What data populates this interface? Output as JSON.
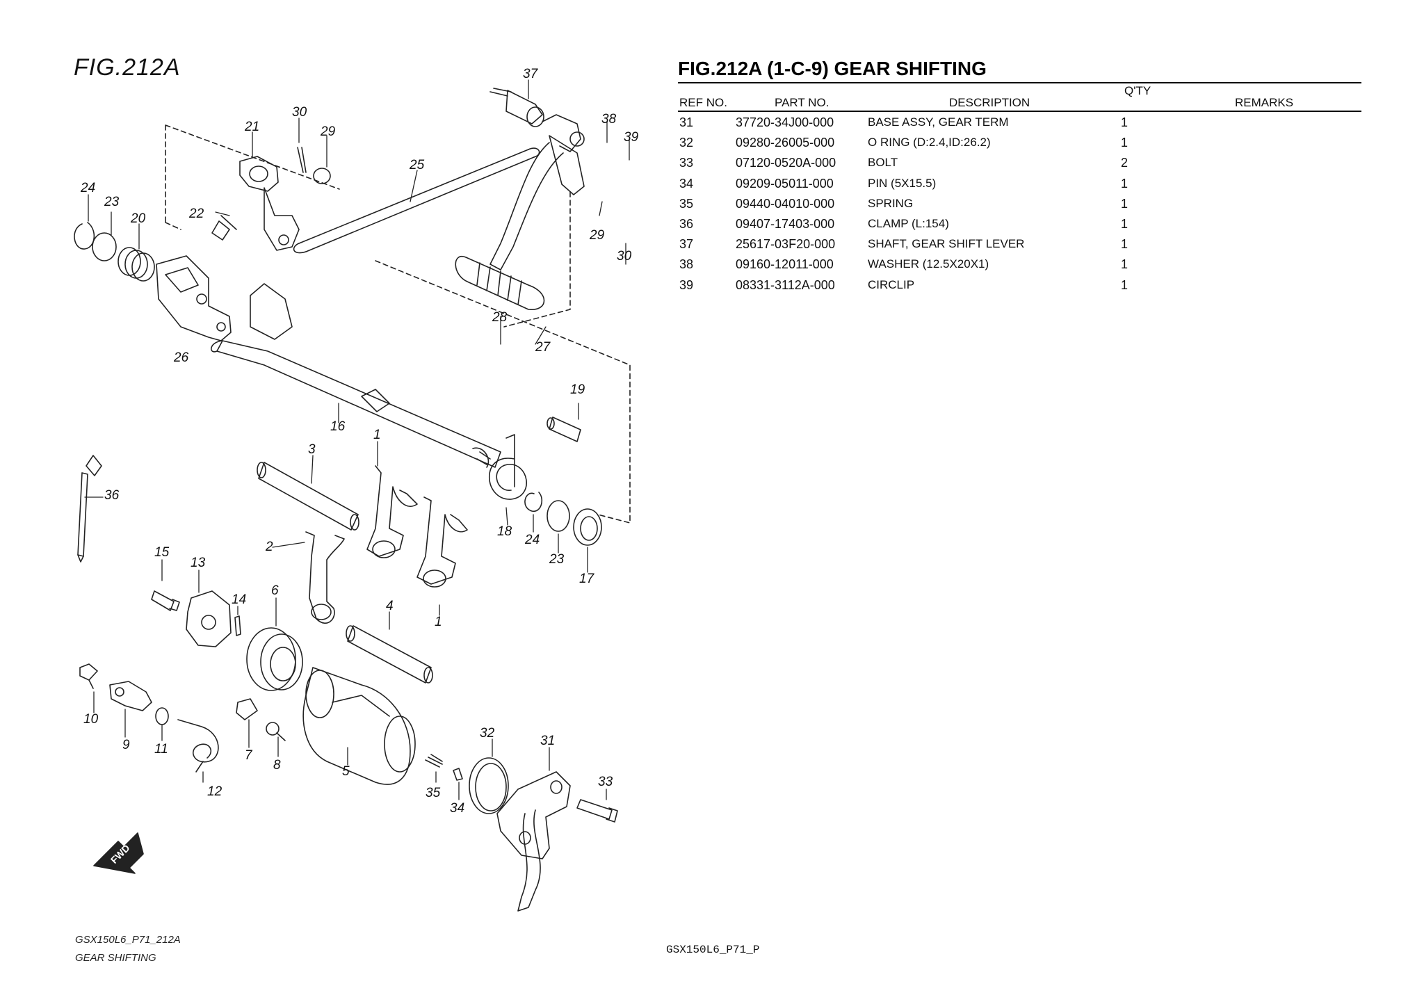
{
  "figure": {
    "label": "FIG.212A",
    "fwd_arrow_text": "FWD"
  },
  "sheet": {
    "title": "FIG.212A (1-C-9) GEAR SHIFTING",
    "columns": {
      "ref_no": "REF NO.",
      "part_no": "PART NO.",
      "description": "DESCRIPTION",
      "qty": "Q'TY",
      "remarks": "REMARKS"
    },
    "rows": [
      {
        "ref": "31",
        "part": "37720-34J00-000",
        "desc": "BASE ASSY, GEAR TERM",
        "qty": "1",
        "remarks": ""
      },
      {
        "ref": "32",
        "part": "09280-26005-000",
        "desc": "O RING (D:2.4,ID:26.2)",
        "qty": "1",
        "remarks": ""
      },
      {
        "ref": "33",
        "part": "07120-0520A-000",
        "desc": "BOLT",
        "qty": "2",
        "remarks": ""
      },
      {
        "ref": "34",
        "part": "09209-05011-000",
        "desc": "PIN (5X15.5)",
        "qty": "1",
        "remarks": ""
      },
      {
        "ref": "35",
        "part": "09440-04010-000",
        "desc": "SPRING",
        "qty": "1",
        "remarks": ""
      },
      {
        "ref": "36",
        "part": "09407-17403-000",
        "desc": "CLAMP (L:154)",
        "qty": "1",
        "remarks": ""
      },
      {
        "ref": "37",
        "part": "25617-03F20-000",
        "desc": "SHAFT, GEAR SHIFT LEVER",
        "qty": "1",
        "remarks": ""
      },
      {
        "ref": "38",
        "part": "09160-12011-000",
        "desc": "WASHER (12.5X20X1)",
        "qty": "1",
        "remarks": ""
      },
      {
        "ref": "39",
        "part": "08331-3112A-000",
        "desc": "CIRCLIP",
        "qty": "1",
        "remarks": ""
      }
    ]
  },
  "callouts": [
    "37",
    "38",
    "39",
    "30",
    "29",
    "21",
    "25",
    "24",
    "23",
    "20",
    "22",
    "29",
    "30",
    "26",
    "28",
    "27",
    "16",
    "19",
    "36",
    "3",
    "1",
    "18",
    "24",
    "23",
    "17",
    "2",
    "15",
    "13",
    "14",
    "6",
    "4",
    "1",
    "10",
    "9",
    "11",
    "7",
    "8",
    "12",
    "5",
    "32",
    "31",
    "35",
    "34",
    "33"
  ],
  "footer": {
    "model_code": "GSX150L6_P71_212A",
    "section_name": "GEAR SHIFTING",
    "page_code": "GSX150L6_P71_P"
  }
}
